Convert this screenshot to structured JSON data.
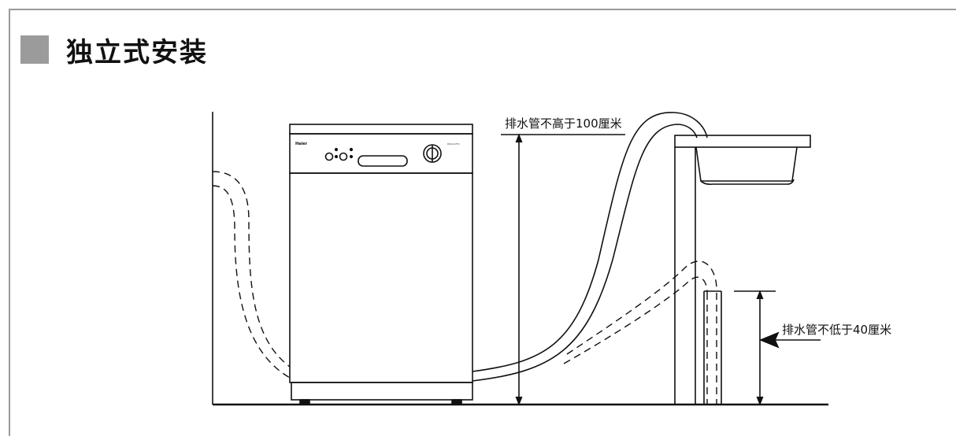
{
  "header": {
    "title": "独立式安装",
    "bullet_color": "#9b9b9b"
  },
  "labels": {
    "max_height": "排水管不高于100厘米",
    "min_height": "排水管不低于40厘米"
  },
  "dishwasher": {
    "brand": "Haier",
    "model": "DW12-PFC"
  },
  "colors": {
    "line": "#111111",
    "frame": "#9a9a9a"
  }
}
